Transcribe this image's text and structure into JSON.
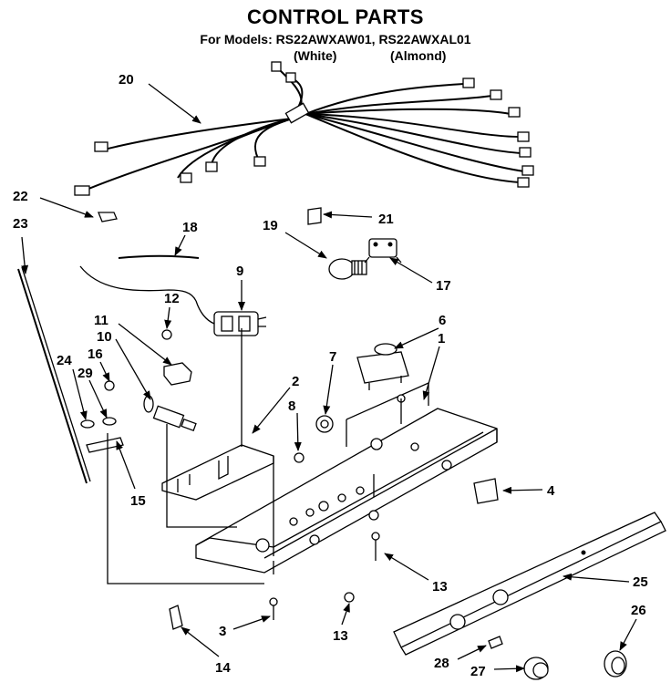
{
  "header": {
    "title": "CONTROL PARTS",
    "models": "For Models: RS22AWXAW01, RS22AWXAL01",
    "variant_white": "(White)",
    "variant_almond": "(Almond)"
  },
  "callouts": [
    "1",
    "2",
    "3",
    "4",
    "6",
    "7",
    "8",
    "9",
    "10",
    "11",
    "12",
    "13",
    "13",
    "14",
    "15",
    "16",
    "17",
    "18",
    "19",
    "20",
    "21",
    "22",
    "23",
    "24",
    "25",
    "26",
    "27",
    "28",
    "29"
  ]
}
